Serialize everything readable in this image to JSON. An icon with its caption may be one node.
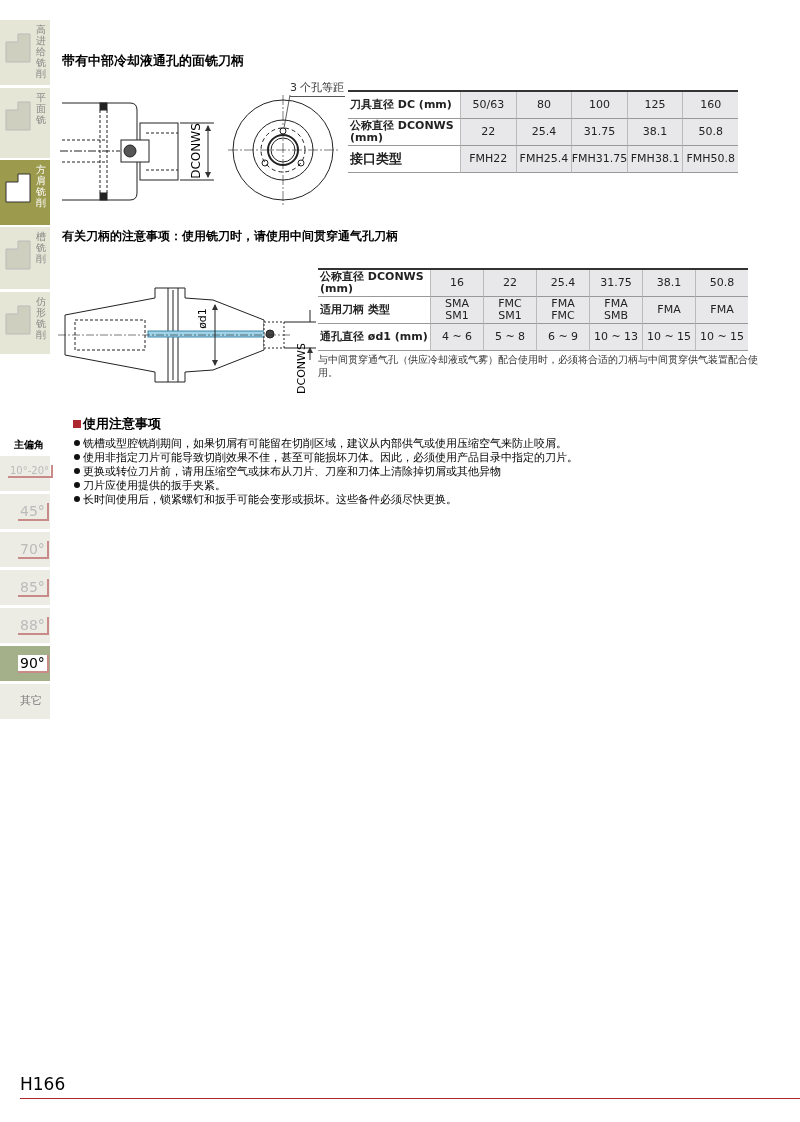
{
  "diagram": {
    "nodes": [
      {
        "text": [
          "3 个孔等距"
        ]
      },
      {
        "text": [],
        "shape": "circle"
      }
    ],
    "edges": [
      {
        "from": 0,
        "to": 1,
        "arrow": "none"
      }
    ],
    "labels": [
      "带有中部冷却液通孔的面铣刀柄",
      "DCONWS",
      "刀具直径 DC (mm)",
      "50/63",
      "80",
      "100",
      "125",
      "160",
      "公称直径 DCONWS (mm)",
      "22",
      "25.4",
      "31.75",
      "38.1",
      "50.8",
      "接口类型",
      "FMH22",
      "FMH25.4",
      "FMH31.75",
      "FMH38.1",
      "FMH50.8",
      "有关刀柄的注意事项：使用铣刀时，请使用中间贯穿通气孔刀柄",
      "ød1",
      "DCONWS",
      "公称直径 DCONWS (mm)",
      "16",
      "22",
      "25.4",
      "31.75",
      "38.1",
      "50.8",
      "适用刀柄 类型",
      "SMA SM1",
      "FMC SM1",
      "FMA FMC",
      "FMA SMB",
      "FMA",
      "FMA",
      "通孔直径 ød1 (mm)",
      "4 ~ 6",
      "5 ~ 8",
      "6 ~ 9",
      "10 ~ 13",
      "10 ~ 15",
      "10 ~ 15",
      "与中间贯穿通气孔（供应冷却液或气雾）配合使用时，必须将合适的刀柄与中间贯穿供气装置配合使用。",
      "使用注意事项",
      "铣槽或型腔铣削期间，如果切屑有可能留在切削区域，建议从内部供气或使用压缩空气来防止咬屑。",
      "使用非指定刀片可能导致切削效果不佳，甚至可能损坏刀体。因此，必须使用产品目录中指定的刀片。",
      "更换或转位刀片前，请用压缩空气或抹布从刀片、刀座和刀体上清除掉切屑或其他异物",
      "刀片应使用提供的扳手夹紧。",
      "长时间使用后，锁紧螺钉和扳手可能会变形或损坏。这些备件必须尽快更换。",
      "高进给铣削",
      "平面铣",
      "方肩铣削",
      "槽铣削",
      "仿形铣削",
      "主偏角",
      "10°-20°",
      "45°",
      "70°",
      "85°",
      "88°",
      "90°",
      "其它",
      "H166"
    ]
  }
}
